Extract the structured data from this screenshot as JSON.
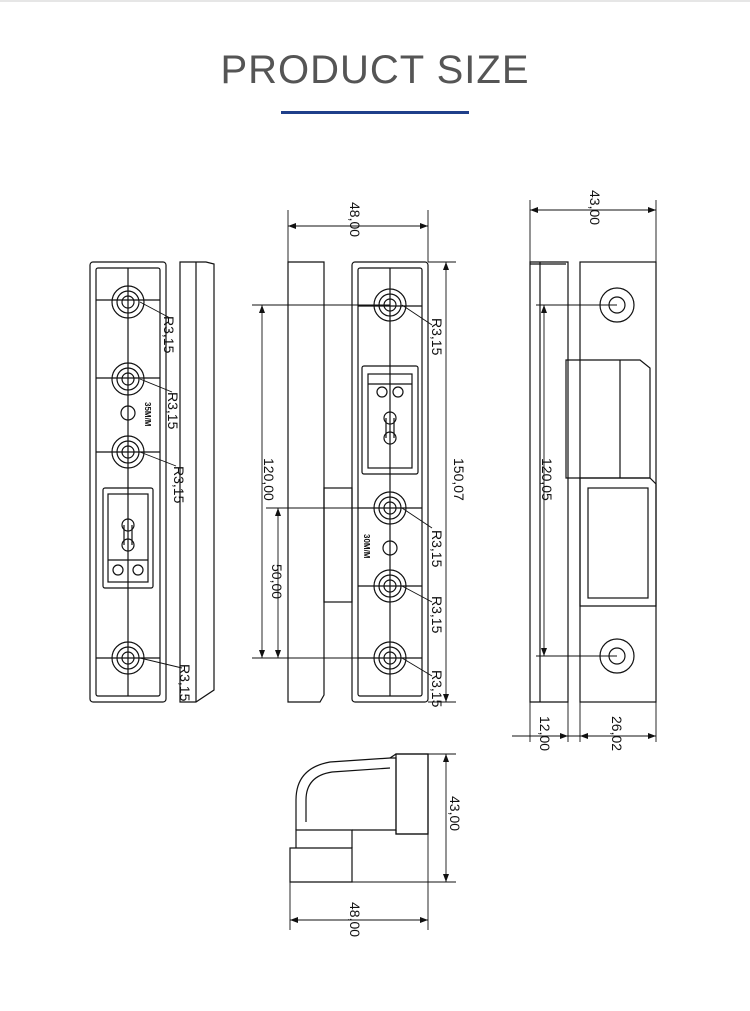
{
  "header": {
    "title": "PRODUCT SIZE",
    "accent_color": "#1f3f8a"
  },
  "dimensions": {
    "view1_radius_1": "R3,15",
    "view1_radius_2": "R3,15",
    "view1_radius_3": "R3,15",
    "view1_radius_4": "R3,15",
    "view1_stamp": "35M/M",
    "view2_width": "48,00",
    "view2_height_outer": "150,07",
    "view2_height_inner": "120,00",
    "view2_height_short": "50,00",
    "view2_radius_1": "R3,15",
    "view2_radius_2": "R3,15",
    "view2_radius_3": "R3,15",
    "view2_radius_4": "R3,15",
    "view2_stamp": "30M/M",
    "view3_width": "43,00",
    "view3_height": "120,05",
    "view3_offset": "12,00",
    "view3_depth": "26,02",
    "view4_height": "43,00",
    "view4_width": "48,00"
  }
}
